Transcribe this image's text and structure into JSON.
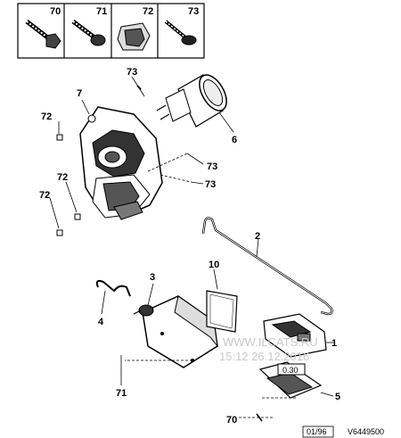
{
  "legend": [
    {
      "ref": "70",
      "icon": "bolt-icon"
    },
    {
      "ref": "71",
      "icon": "screw-icon"
    },
    {
      "ref": "72",
      "icon": "clip-nut-icon"
    },
    {
      "ref": "73",
      "icon": "self-tapping-screw-icon"
    }
  ],
  "callouts": {
    "c1": "1",
    "c2": "2",
    "c3": "3",
    "c4": "4",
    "c5": "5",
    "c6": "6",
    "c7": "7",
    "c10": "10",
    "c70": "70",
    "c71": "71",
    "c72a": "72",
    "c72b": "72",
    "c72c": "72",
    "c73a": "73",
    "c73b": "73",
    "c73c": "73"
  },
  "footer": {
    "date": "01/96",
    "ref": "V6449500"
  },
  "watermark": {
    "line1": "WWW.ILCATS.RU",
    "line2": "15:12 26.12.2016"
  },
  "plate_text": "0.30"
}
